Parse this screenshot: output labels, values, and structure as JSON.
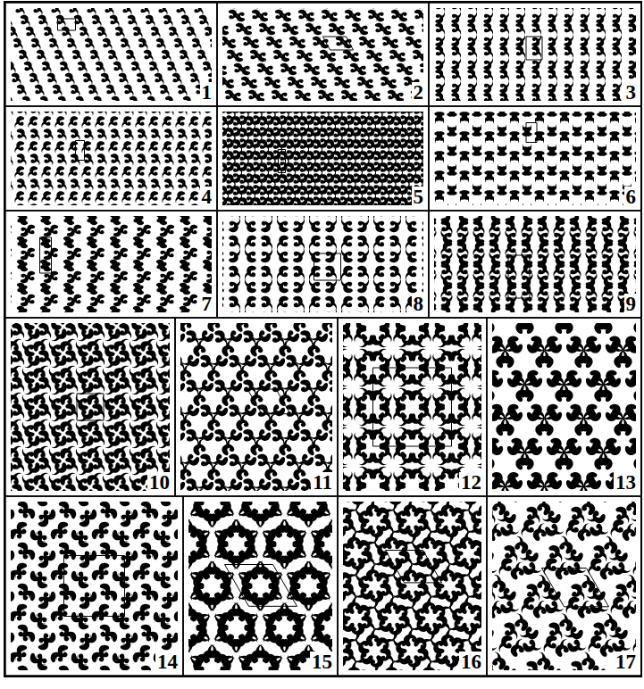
{
  "diagram": {
    "labels": [
      "1",
      "2",
      "3",
      "4",
      "5",
      "6",
      "7",
      "8",
      "9",
      "10",
      "11",
      "12",
      "13",
      "14",
      "15",
      "16",
      "17"
    ]
  }
}
